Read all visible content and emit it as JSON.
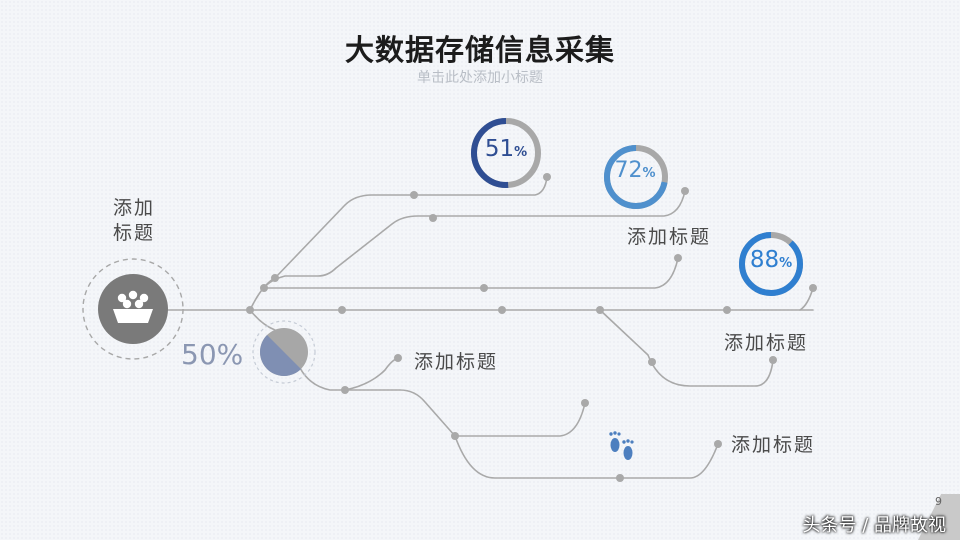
{
  "header": {
    "title": "大数据存储信息采集",
    "subtitle": "单击此处添加小标题"
  },
  "hub": {
    "label_line1": "添加",
    "label_line2": "标题",
    "icon": "basket-icon"
  },
  "center_node": {
    "value": "50%",
    "fraction": 0.5
  },
  "rings": [
    {
      "number": "51",
      "unit": "%",
      "fraction": 0.51,
      "color": "#2f4e93"
    },
    {
      "number": "72",
      "unit": "%",
      "fraction": 0.72,
      "color": "#4f90cd"
    },
    {
      "number": "88",
      "unit": "%",
      "fraction": 0.88,
      "color": "#2f7fd0"
    }
  ],
  "labels": [
    "添加标题",
    "添加标题",
    "添加标题",
    "添加标题"
  ],
  "footprint_icon": "footprints-icon",
  "footer": {
    "watermark": "头条号 / 品牌故视",
    "page_number": "9"
  },
  "colors": {
    "line": "#a9a9a9",
    "hub": "#7a7a7a",
    "ring_track": "#a8a8a8"
  }
}
